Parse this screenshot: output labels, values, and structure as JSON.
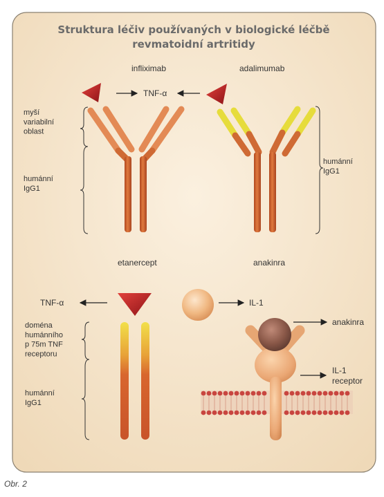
{
  "title": {
    "line1": "Struktura léčiv používaných v biologické léčbě",
    "line2": "revmatoidní artritidy"
  },
  "infliximab": {
    "name": "infliximab",
    "mouse_variable": "myší\nvariabilní\noblast",
    "human_igg1": "humánní\nIgG1"
  },
  "tnf_top": "TNF-α",
  "adalimumab": {
    "name": "adalimumab",
    "human_igg1": "humánní\nIgG1"
  },
  "etanercept": {
    "name": "etanercept",
    "tnf": "TNF-α",
    "domain": "doména\nhumánního\np 75m TNF\nreceptoru",
    "human_igg1": "humánní\nIgG1"
  },
  "anakinra_panel": {
    "name": "anakinra",
    "il1": "IL-1",
    "anakinra_label": "anakinra",
    "receptor": "IL-1\nreceptor"
  },
  "caption": "Obr. 2",
  "colors": {
    "background": "#f3e2c6",
    "frame": "#8a8070",
    "orange": "#d9743c",
    "yellow": "#e6dc3c",
    "red": "#c5262a",
    "label": "#333333"
  }
}
